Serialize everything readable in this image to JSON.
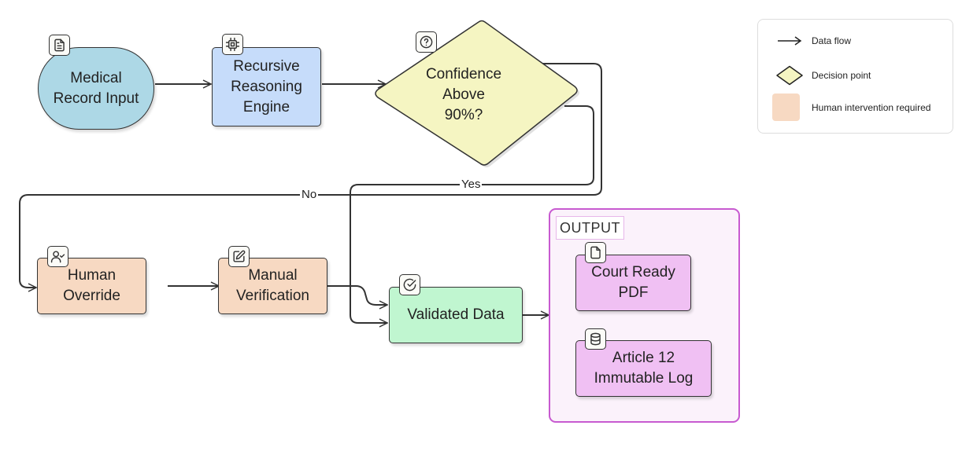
{
  "diagram": {
    "nodes": {
      "medical_record_input": {
        "label": "Medical\nRecord Input",
        "icon": "file-text-icon",
        "shape": "stadium",
        "fill": "#add8e6"
      },
      "recursive_reasoning_engine": {
        "label": "Recursive\nReasoning\nEngine",
        "icon": "cpu-icon",
        "shape": "rectangle",
        "fill": "#c6dcfa"
      },
      "confidence_decision": {
        "label": "Confidence\nAbove\n90%?",
        "icon": "help-circle-icon",
        "shape": "diamond",
        "fill": "#f5f5c2"
      },
      "human_override": {
        "label": "Human\nOverride",
        "icon": "user-check-icon",
        "shape": "rectangle",
        "fill": "#f7d9c2"
      },
      "manual_verification": {
        "label": "Manual\nVerification",
        "icon": "edit-icon",
        "shape": "rectangle",
        "fill": "#f7d9c2"
      },
      "validated_data": {
        "label": "Validated Data",
        "icon": "check-circle-icon",
        "shape": "rectangle",
        "fill": "#c0f6d0"
      },
      "court_ready_pdf": {
        "label": "Court Ready\nPDF",
        "icon": "file-icon",
        "shape": "rectangle",
        "fill": "#f0c0f3"
      },
      "immutable_log": {
        "label": "Article 12\nImmutable Log",
        "icon": "database-icon",
        "shape": "rectangle",
        "fill": "#f0c0f3"
      }
    },
    "groups": {
      "output": {
        "title": "OUTPUT",
        "border": "#c75ad0",
        "fill": "#fbf2fb",
        "members": [
          "court_ready_pdf",
          "immutable_log"
        ]
      }
    },
    "edges": [
      {
        "from": "medical_record_input",
        "to": "recursive_reasoning_engine",
        "label": ""
      },
      {
        "from": "recursive_reasoning_engine",
        "to": "confidence_decision",
        "label": ""
      },
      {
        "from": "confidence_decision",
        "to": "human_override",
        "label": "No"
      },
      {
        "from": "confidence_decision",
        "to": "validated_data",
        "label": "Yes"
      },
      {
        "from": "human_override",
        "to": "manual_verification",
        "label": ""
      },
      {
        "from": "manual_verification",
        "to": "validated_data",
        "label": ""
      },
      {
        "from": "validated_data",
        "to": "output",
        "label": ""
      }
    ],
    "edge_labels": {
      "no": "No",
      "yes": "Yes"
    }
  },
  "legend": {
    "items": [
      {
        "label": "Data flow",
        "symbol": "arrow"
      },
      {
        "label": "Decision point",
        "symbol": "diamond",
        "color": "#f5f5c2"
      },
      {
        "label": "Human intervention required",
        "symbol": "square",
        "color": "#f7d9c2"
      }
    ]
  }
}
